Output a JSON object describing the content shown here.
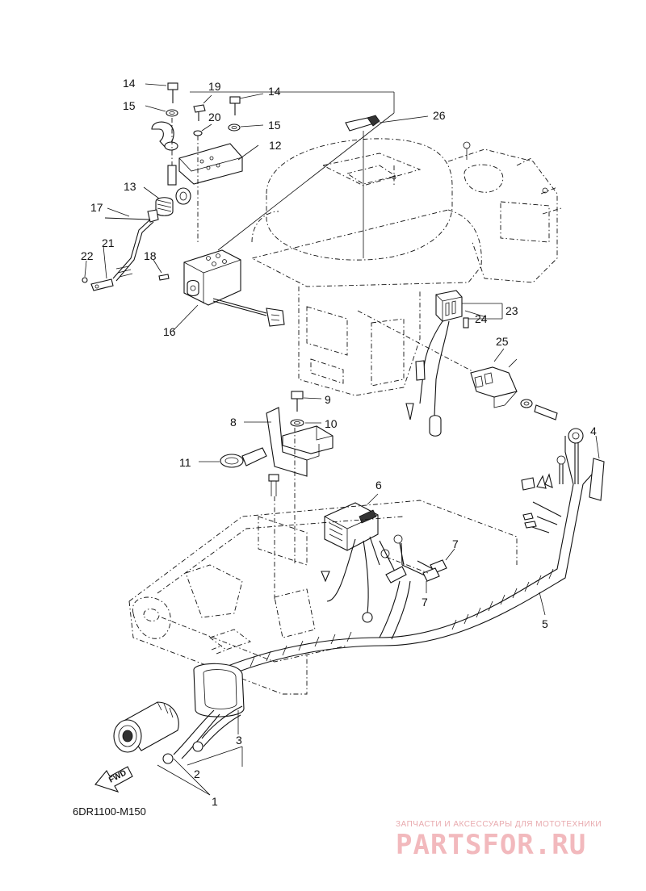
{
  "diagram": {
    "code": "6DR1100-M150",
    "fwd": "FWD",
    "labels": {
      "l1": "1",
      "l2": "2",
      "l3": "3",
      "l4": "4",
      "l5": "5",
      "l6": "6",
      "l7a": "7",
      "l7b": "7",
      "l8": "8",
      "l9": "9",
      "l10": "10",
      "l11": "11",
      "l12": "12",
      "l13": "13",
      "l14a": "14",
      "l14b": "14",
      "l15a": "15",
      "l15b": "15",
      "l16": "16",
      "l17": "17",
      "l18": "18",
      "l19": "19",
      "l20": "20",
      "l21": "21",
      "l22": "22",
      "l23": "23",
      "l24": "24",
      "l25": "25",
      "l26": "26"
    }
  },
  "watermark": {
    "tagline": "ЗАПЧАСТИ И АКСЕССУАРЫ ДЛЯ МОТОТЕХНИКИ",
    "brand": "PARTSFOR.RU"
  }
}
